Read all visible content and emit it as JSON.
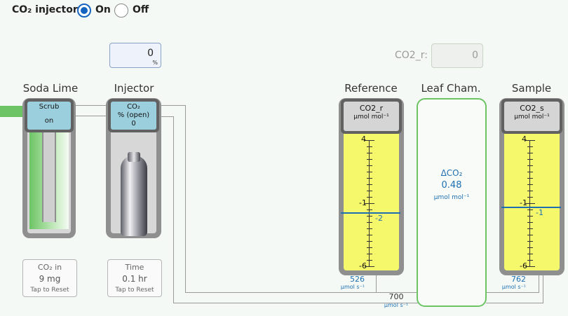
{
  "header": {
    "label": "CO₂ injector:",
    "options": [
      {
        "label": "On",
        "selected": true
      },
      {
        "label": "Off",
        "selected": false
      }
    ]
  },
  "injector_input": {
    "value": "0",
    "unit": "%"
  },
  "co2r_field": {
    "label": "CO2_r:",
    "value": "0"
  },
  "soda_lime": {
    "title": "Soda Lime",
    "cap_line1": "Scrub",
    "cap_line2": "on",
    "info": {
      "label": "CO₂ in",
      "value": "9 mg",
      "action": "Tap to Reset"
    }
  },
  "injector": {
    "title": "Injector",
    "cap_line1": "CO₂",
    "cap_line2": "% (open)",
    "cap_line3": "0",
    "info": {
      "label": "Time",
      "value": "0.1 hr",
      "action": "Tap to Reset"
    }
  },
  "reference": {
    "title": "Reference",
    "cap_line1": "CO2_r",
    "cap_line2": "µmol mol⁻¹",
    "scale_top": "4",
    "scale_mid": "-1",
    "scale_bottom": "-6",
    "reading": "-2",
    "flow_value": "526",
    "flow_unit": "µmol s⁻¹"
  },
  "leaf_chamber": {
    "title": "Leaf Cham.",
    "delta_label": "ΔCO₂",
    "delta_value": "0.48",
    "delta_unit": "µmol mol⁻¹"
  },
  "sample": {
    "title": "Sample",
    "cap_line1": "CO2_s",
    "cap_line2": "µmol mol⁻¹",
    "scale_top": "4",
    "scale_mid": "-1",
    "scale_bottom": "-6",
    "reading": "-1",
    "flow_value": "762",
    "flow_unit": "µmol s⁻¹"
  },
  "bottom_flow": {
    "value": "700",
    "unit": "µmol s⁻¹"
  },
  "colors": {
    "accent": "#1565c0",
    "cap_blue": "#9ccfdd",
    "yellow": "#f6f86b",
    "green": "#6cc464"
  }
}
